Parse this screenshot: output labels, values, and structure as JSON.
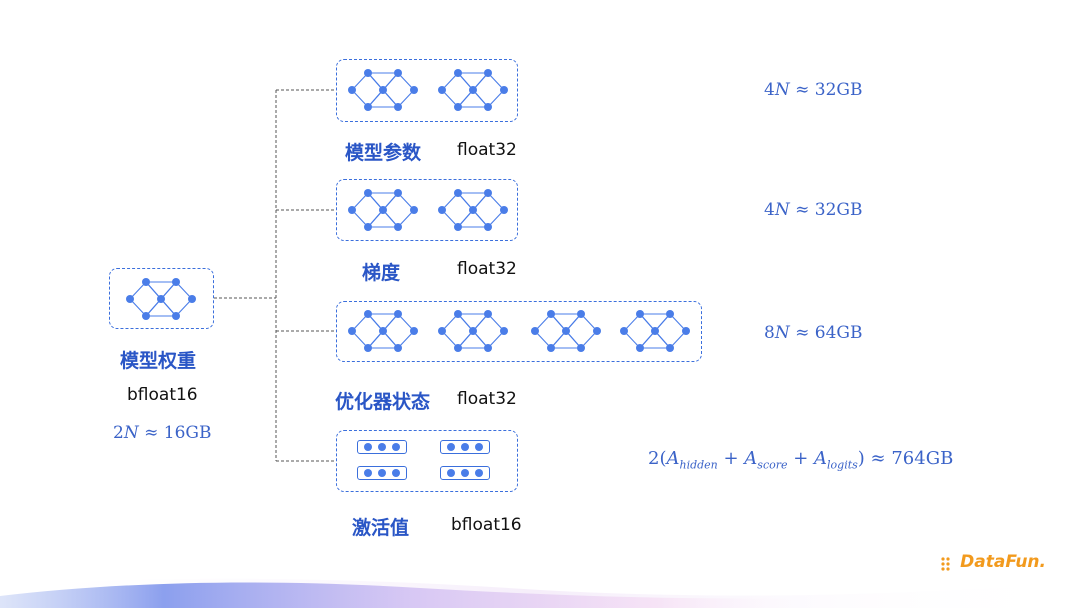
{
  "weights": {
    "title": "模型权重",
    "dtype": "bfloat16",
    "mem_coef": "2",
    "mem_var": "N",
    "mem_val": "≈ 16GB"
  },
  "params": {
    "title": "模型参数",
    "dtype": "float32",
    "mem_coef": "4",
    "mem_var": "N",
    "mem_val": "≈ 32GB"
  },
  "grads": {
    "title": "梯度",
    "dtype": "float32",
    "mem_coef": "4",
    "mem_var": "N",
    "mem_val": "≈ 32GB"
  },
  "optim": {
    "title": "优化器状态",
    "dtype": "float32",
    "mem_coef": "8",
    "mem_var": "N",
    "mem_val": "≈ 64GB"
  },
  "acts": {
    "title": "激活值",
    "dtype": "bfloat16",
    "formula": {
      "coef": "2(",
      "a": "A",
      "sub1": "hidden",
      "plus1": " + ",
      "b": "A",
      "sub2": "score",
      "plus2": " + ",
      "c": "A",
      "sub3": "logits",
      "close": ")",
      "val": " ≈ 764GB"
    }
  },
  "logo": {
    "text": "DataFun."
  },
  "colors": {
    "accent": "#3b6fdc",
    "title": "#2a56c6",
    "logo": "#f29a1d"
  }
}
